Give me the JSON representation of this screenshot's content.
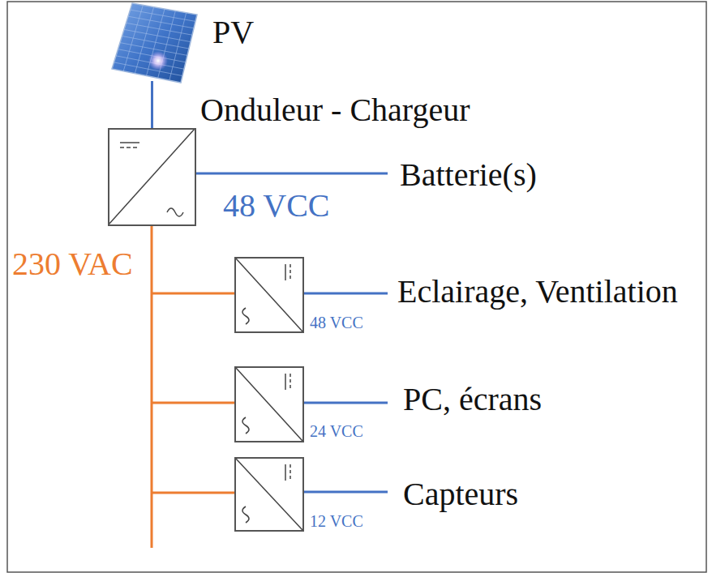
{
  "diagram": {
    "nodes": [
      {
        "text": [
          "PV"
        ]
      },
      {
        "text": [
          "Onduleur - Chargeur"
        ]
      }
    ],
    "edges": [
      {
        "from": 0,
        "to": 1,
        "arrow": "none"
      }
    ],
    "labels": [
      "48 VCC",
      "Batterie(s)",
      "230 VAC",
      "48 VCC",
      "Eclairage, Ventilation",
      "24 VCC",
      "PC, écrans",
      "12 VCC",
      "Capteurs"
    ]
  }
}
